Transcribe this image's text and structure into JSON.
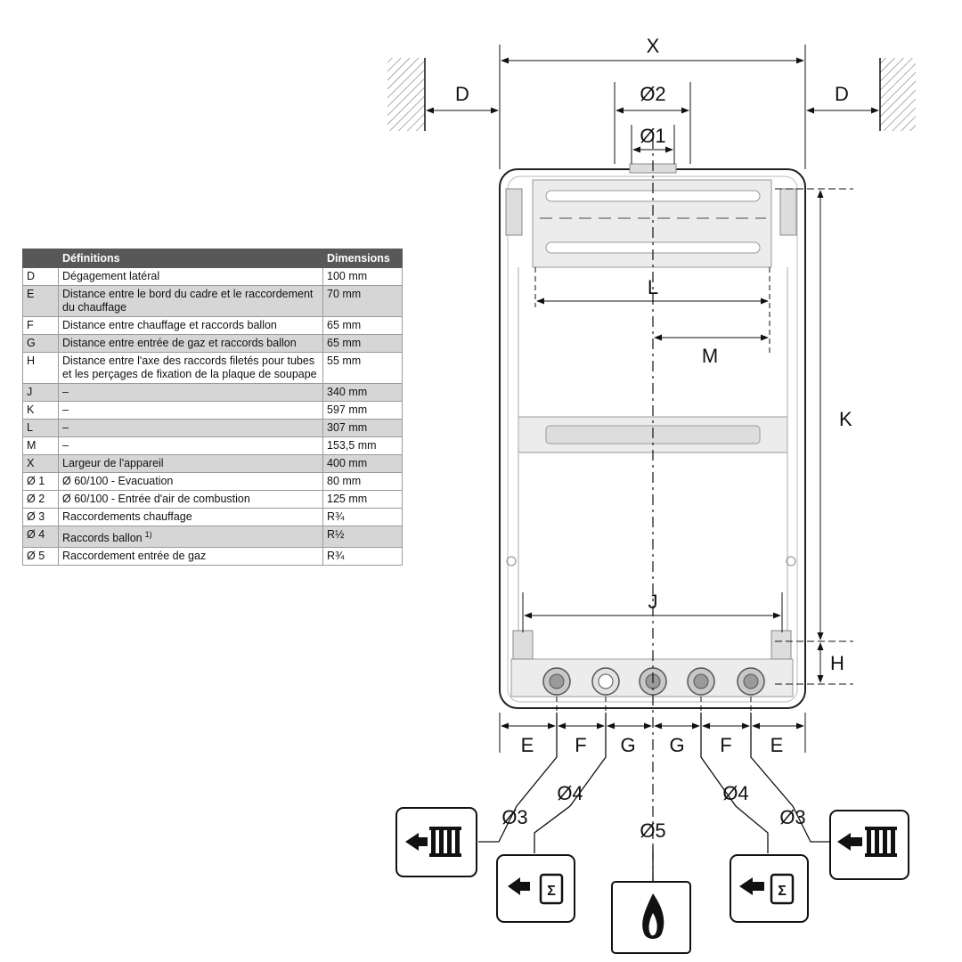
{
  "table": {
    "headers": [
      "",
      "Définitions",
      "Dimensions"
    ],
    "rows": [
      {
        "code": "D",
        "definition": "Dégagement latéral",
        "dimension": "100 mm",
        "shade": false
      },
      {
        "code": "E",
        "definition": "Distance entre le bord du cadre et le raccordement du chauffage",
        "dimension": "70 mm",
        "shade": true
      },
      {
        "code": "F",
        "definition": "Distance entre chauffage et raccords ballon",
        "dimension": "65 mm",
        "shade": false
      },
      {
        "code": "G",
        "definition": "Distance entre entrée de gaz et raccords ballon",
        "dimension": "65 mm",
        "shade": true
      },
      {
        "code": "H",
        "definition": "Distance entre l'axe des raccords filetés pour tubes et les perçages de fixation de la plaque de soupape",
        "dimension": "55 mm",
        "shade": false
      },
      {
        "code": "J",
        "definition": "–",
        "dimension": "340 mm",
        "shade": true
      },
      {
        "code": "K",
        "definition": "–",
        "dimension": "597 mm",
        "shade": false
      },
      {
        "code": "L",
        "definition": "–",
        "dimension": "307 mm",
        "shade": true
      },
      {
        "code": "M",
        "definition": "–",
        "dimension": "153,5 mm",
        "shade": false
      },
      {
        "code": "X",
        "definition": "Largeur de l'appareil",
        "dimension": "400 mm",
        "shade": true
      },
      {
        "code": "Ø 1",
        "definition": "Ø 60/100 - Evacuation",
        "dimension": "80 mm",
        "shade": false
      },
      {
        "code": "Ø 2",
        "definition": "Ø 60/100 - Entrée d'air de combustion",
        "dimension": "125 mm",
        "shade": false
      },
      {
        "code": "Ø 3",
        "definition": "Raccordements chauffage",
        "dimension": "R¾",
        "shade": false
      },
      {
        "code": "Ø 4",
        "definition": "Raccords ballon",
        "footnote": "1)",
        "dimension": "R½",
        "shade": true
      },
      {
        "code": "Ø 5",
        "definition": "Raccordement entrée de gaz",
        "dimension": "R¾",
        "shade": false
      }
    ]
  },
  "diagram": {
    "labels": {
      "X": "X",
      "D_left": "D",
      "D_right": "D",
      "d2": "Ø2",
      "d1": "Ø1",
      "L": "L",
      "M": "M",
      "K": "K",
      "J": "J",
      "H": "H",
      "E1": "E",
      "F1": "F",
      "G1": "G",
      "G2": "G",
      "F2": "F",
      "E2": "E",
      "d3_left": "Ø3",
      "d4_left": "Ø4",
      "d5": "Ø5",
      "d4_right": "Ø4",
      "d3_right": "Ø3"
    },
    "icons": [
      {
        "id": "icon-heating-left",
        "name": "heating-return-icon"
      },
      {
        "id": "icon-tank-left",
        "name": "tank-return-icon"
      },
      {
        "id": "icon-gas",
        "name": "gas-flame-icon"
      },
      {
        "id": "icon-tank-right",
        "name": "tank-flow-icon"
      },
      {
        "id": "icon-heating-right",
        "name": "heating-flow-icon"
      }
    ]
  }
}
